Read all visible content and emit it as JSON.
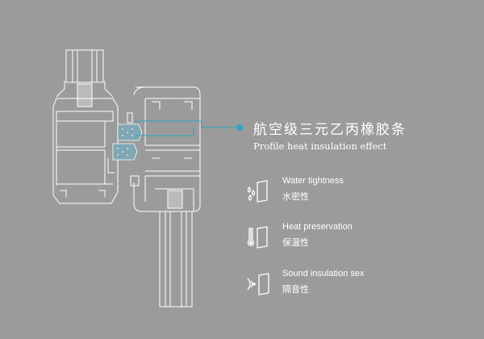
{
  "callout": {
    "title": "航空级三元乙丙橡胶条",
    "subtitle": "Profile heat insulation effect"
  },
  "features": [
    {
      "icon": "water-drop-panel-icon",
      "label_en": "Water tightness",
      "label_zh": "水密性"
    },
    {
      "icon": "thermometer-panel-icon",
      "label_en": "Heat preservation",
      "label_zh": "保温性"
    },
    {
      "icon": "sound-wave-panel-icon",
      "label_en": "Sound insulation sex",
      "label_zh": "隔音性"
    }
  ],
  "colors": {
    "background": "#9a9b9a",
    "line": "#ffffff",
    "accent": "#2ea3c4"
  }
}
